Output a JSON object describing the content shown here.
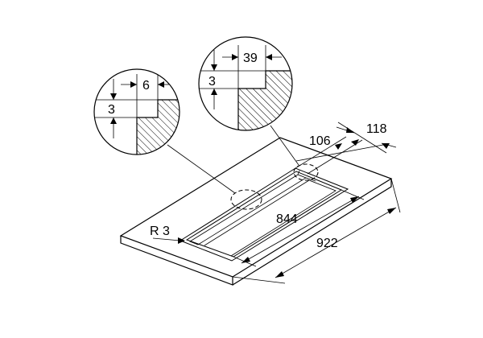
{
  "detail_left": {
    "width_label": "6",
    "depth_label": "3"
  },
  "detail_right": {
    "width_label": "39",
    "depth_label": "3"
  },
  "dimensions": {
    "d106": "106",
    "d118": "118",
    "d844": "844",
    "d922": "922",
    "radius": "R 3"
  }
}
